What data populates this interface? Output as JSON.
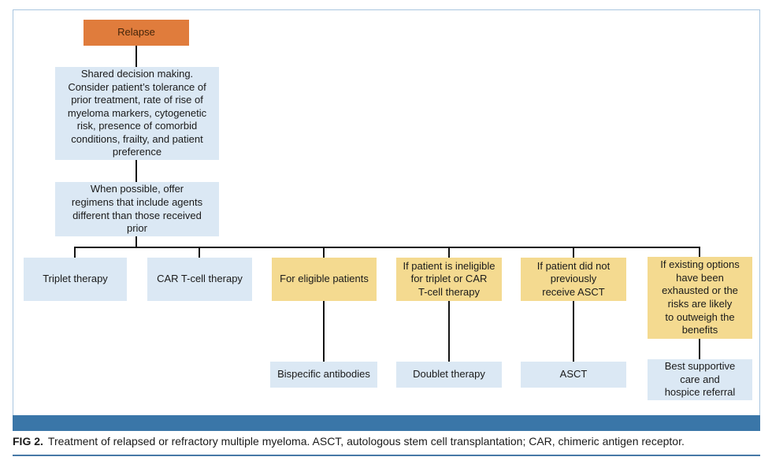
{
  "figure": {
    "caption_label": "FIG 2.",
    "caption_text": "Treatment of relapsed or refractory multiple myeloma. ASCT, autologous stem cell transplantation; CAR, chimeric antigen receptor."
  },
  "colors": {
    "root_orange": "#e07c3c",
    "node_blue": "#dbe8f4",
    "node_yellow": "#f4da90",
    "footer_bar_blue": "#3a76a8",
    "frame_border_blue": "#a9c6e0",
    "caption_rule_blue": "#4678a6",
    "connector_black": "#141414"
  },
  "flowchart": {
    "nodes": {
      "relapse": "Relapse",
      "shared_decision": [
        "Shared decision making.",
        "Consider patient’s tolerance of",
        "prior treatment, rate of rise of",
        "myeloma markers, cytogenetic",
        "risk, presence of comorbid",
        "conditions, frailty, and patient",
        "preference"
      ],
      "when_possible": [
        "When possible, offer",
        "regimens that include agents",
        "different than those received",
        "prior"
      ],
      "triplet": "Triplet therapy",
      "car_t": "CAR T-cell therapy",
      "eligible": "For eligible patients",
      "ineligible": [
        "If patient is ineligible",
        "for triplet or CAR",
        "T-cell therapy"
      ],
      "no_prior_asct": [
        "If patient did not",
        "previously",
        "receive ASCT"
      ],
      "options_exhausted": [
        "If existing options",
        "have been",
        "exhausted or the",
        "risks are likely",
        "to outweigh the",
        "benefits"
      ],
      "bispecific": "Bispecific antibodies",
      "doublet": "Doublet therapy",
      "asct": "ASCT",
      "best_supportive": [
        "Best supportive",
        "care and",
        "hospice referral"
      ]
    }
  }
}
